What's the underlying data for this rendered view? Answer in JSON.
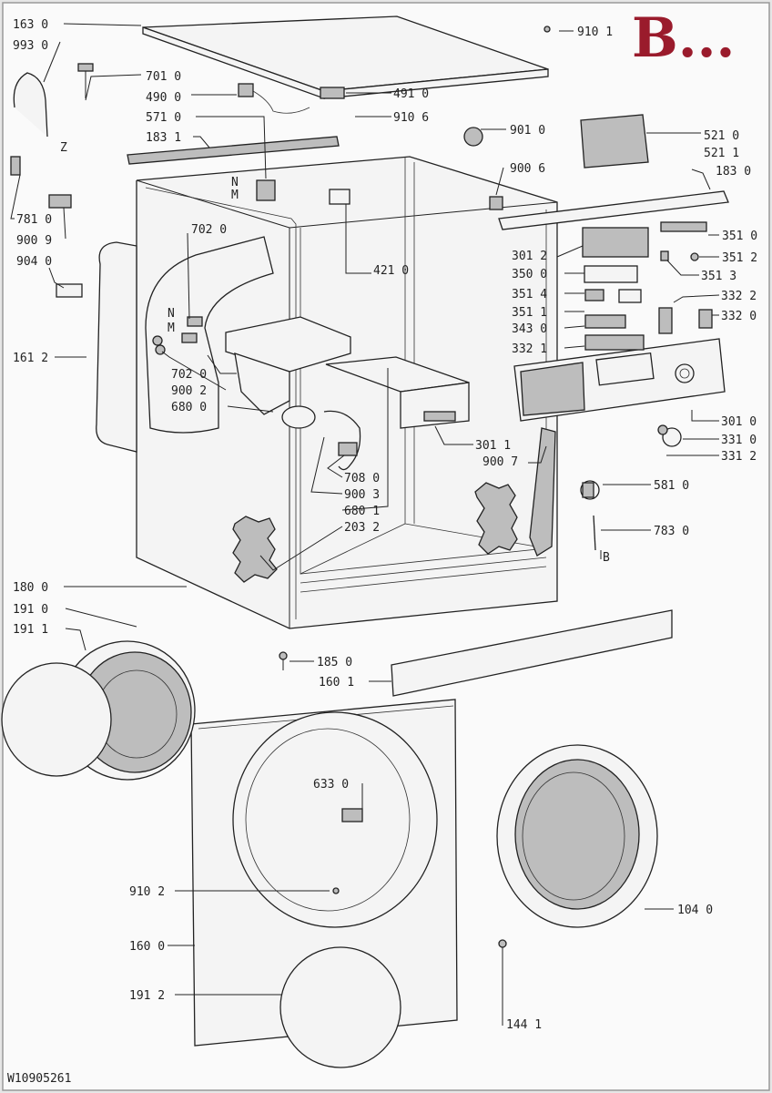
{
  "brand": {
    "text": "B...",
    "color": "#9a1b2c"
  },
  "drawing_id": "W10905261",
  "side_markers": {
    "n": "N",
    "m": "M",
    "z": "Z",
    "b": "B"
  },
  "callouts": {
    "c1630": "163 0",
    "c9101": "910 1",
    "c9930": "993 0",
    "c7010": "701 0",
    "c4900": "490 0",
    "c4910": "491 0",
    "c5710": "571 0",
    "c9106": "910 6",
    "c1831a": "183 1",
    "c9010": "901 0",
    "c5210": "521 0",
    "c5211": "521 1",
    "c9006": "900 6",
    "c1830": "183 0",
    "c7810": "781 0",
    "c9009": "900 9",
    "c4210": "421 0",
    "c7020a": "702 0",
    "c3510": "351 0",
    "c3012": "301 2",
    "c3512": "351 2",
    "c9040": "904 0",
    "c3500": "350 0",
    "c3513": "351 3",
    "c3514": "351 4",
    "c3322": "332 2",
    "c3511": "351 1",
    "c3320": "332 0",
    "c3430": "343 0",
    "c3321": "332 1",
    "c1612": "161 2",
    "c7020b": "702 0",
    "c9002": "900 2",
    "c6800": "680 0",
    "c3010": "301 0",
    "c3310": "331 0",
    "c3312": "331 2",
    "c3011": "301 1",
    "c9007": "900 7",
    "c7080": "708 0",
    "c5810": "581 0",
    "c9003": "900 3",
    "c6801": "680 1",
    "c2032": "203 2",
    "c7830": "783 0",
    "c1800": "180 0",
    "c1910": "191 0",
    "c1911": "191 1",
    "c1850": "185 0",
    "c1601": "160 1",
    "c6330": "633 0",
    "c9102": "910 2",
    "c1040": "104 0",
    "c1600": "160 0",
    "c1912": "191 2",
    "c1441": "144 1"
  }
}
